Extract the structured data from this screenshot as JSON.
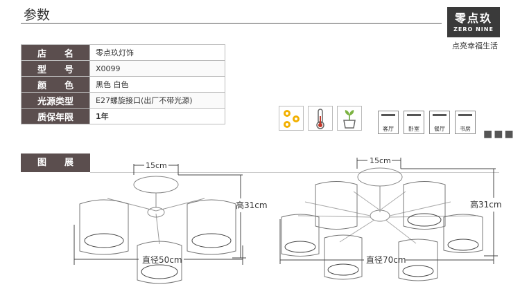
{
  "header": {
    "title": "参数",
    "brand_name": "零点玖",
    "brand_en": "ZERO NINE",
    "brand_slogan": "点亮幸福生活"
  },
  "spec_table": [
    {
      "label": "店　　名",
      "value": "零点玖灯饰"
    },
    {
      "label": "型　　号",
      "value": "X0099"
    },
    {
      "label": "颜　　色",
      "value": "黑色  白色"
    },
    {
      "label": "光源类型",
      "value": "E27螺旋接口(出厂不带光源)"
    },
    {
      "label": "质保年限",
      "value": "1年"
    }
  ],
  "icons": {
    "feature": [
      "bulb-icon",
      "thermometer-icon",
      "plant-icon"
    ],
    "rooms": [
      "客厅",
      "卧室",
      "餐厅",
      "书房"
    ]
  },
  "gallery": {
    "label": "图　　展",
    "left": {
      "top_width": "15cm",
      "height": "高31cm",
      "diameter": "直径50cm"
    },
    "right": {
      "top_width": "15cm",
      "height": "高31cm",
      "diameter": "直径70cm"
    }
  }
}
